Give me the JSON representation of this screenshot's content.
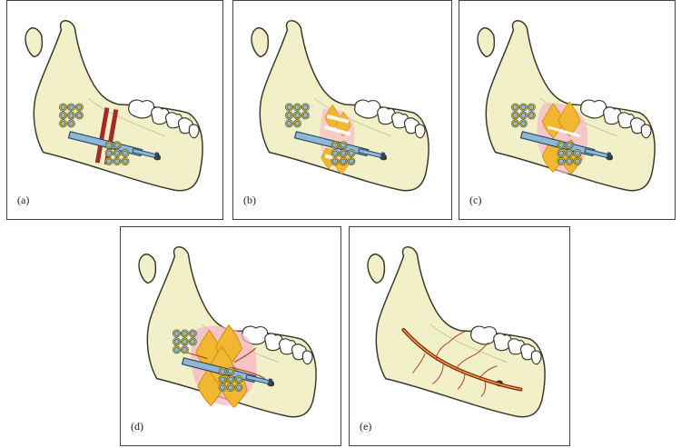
{
  "panels": [
    {
      "id": "a",
      "label": "(a)"
    },
    {
      "id": "b",
      "label": "(b)"
    },
    {
      "id": "c",
      "label": "(c)"
    },
    {
      "id": "d",
      "label": "(d)"
    },
    {
      "id": "e",
      "label": "(e)"
    }
  ],
  "colors": {
    "bone": "#f1f0c8",
    "bone_stroke": "#3a3a2a",
    "tooth": "#ffffff",
    "rod": "#8fb7d6",
    "rod_stroke": "#2b4a62",
    "screw_head": "#8fb7d6",
    "screw_ring": "#e8c21a",
    "gap_red": "#a52a2a",
    "callus_orange": "#f2b731",
    "callus_pink": "#f6b2c5",
    "nerve": "#c0392b"
  }
}
